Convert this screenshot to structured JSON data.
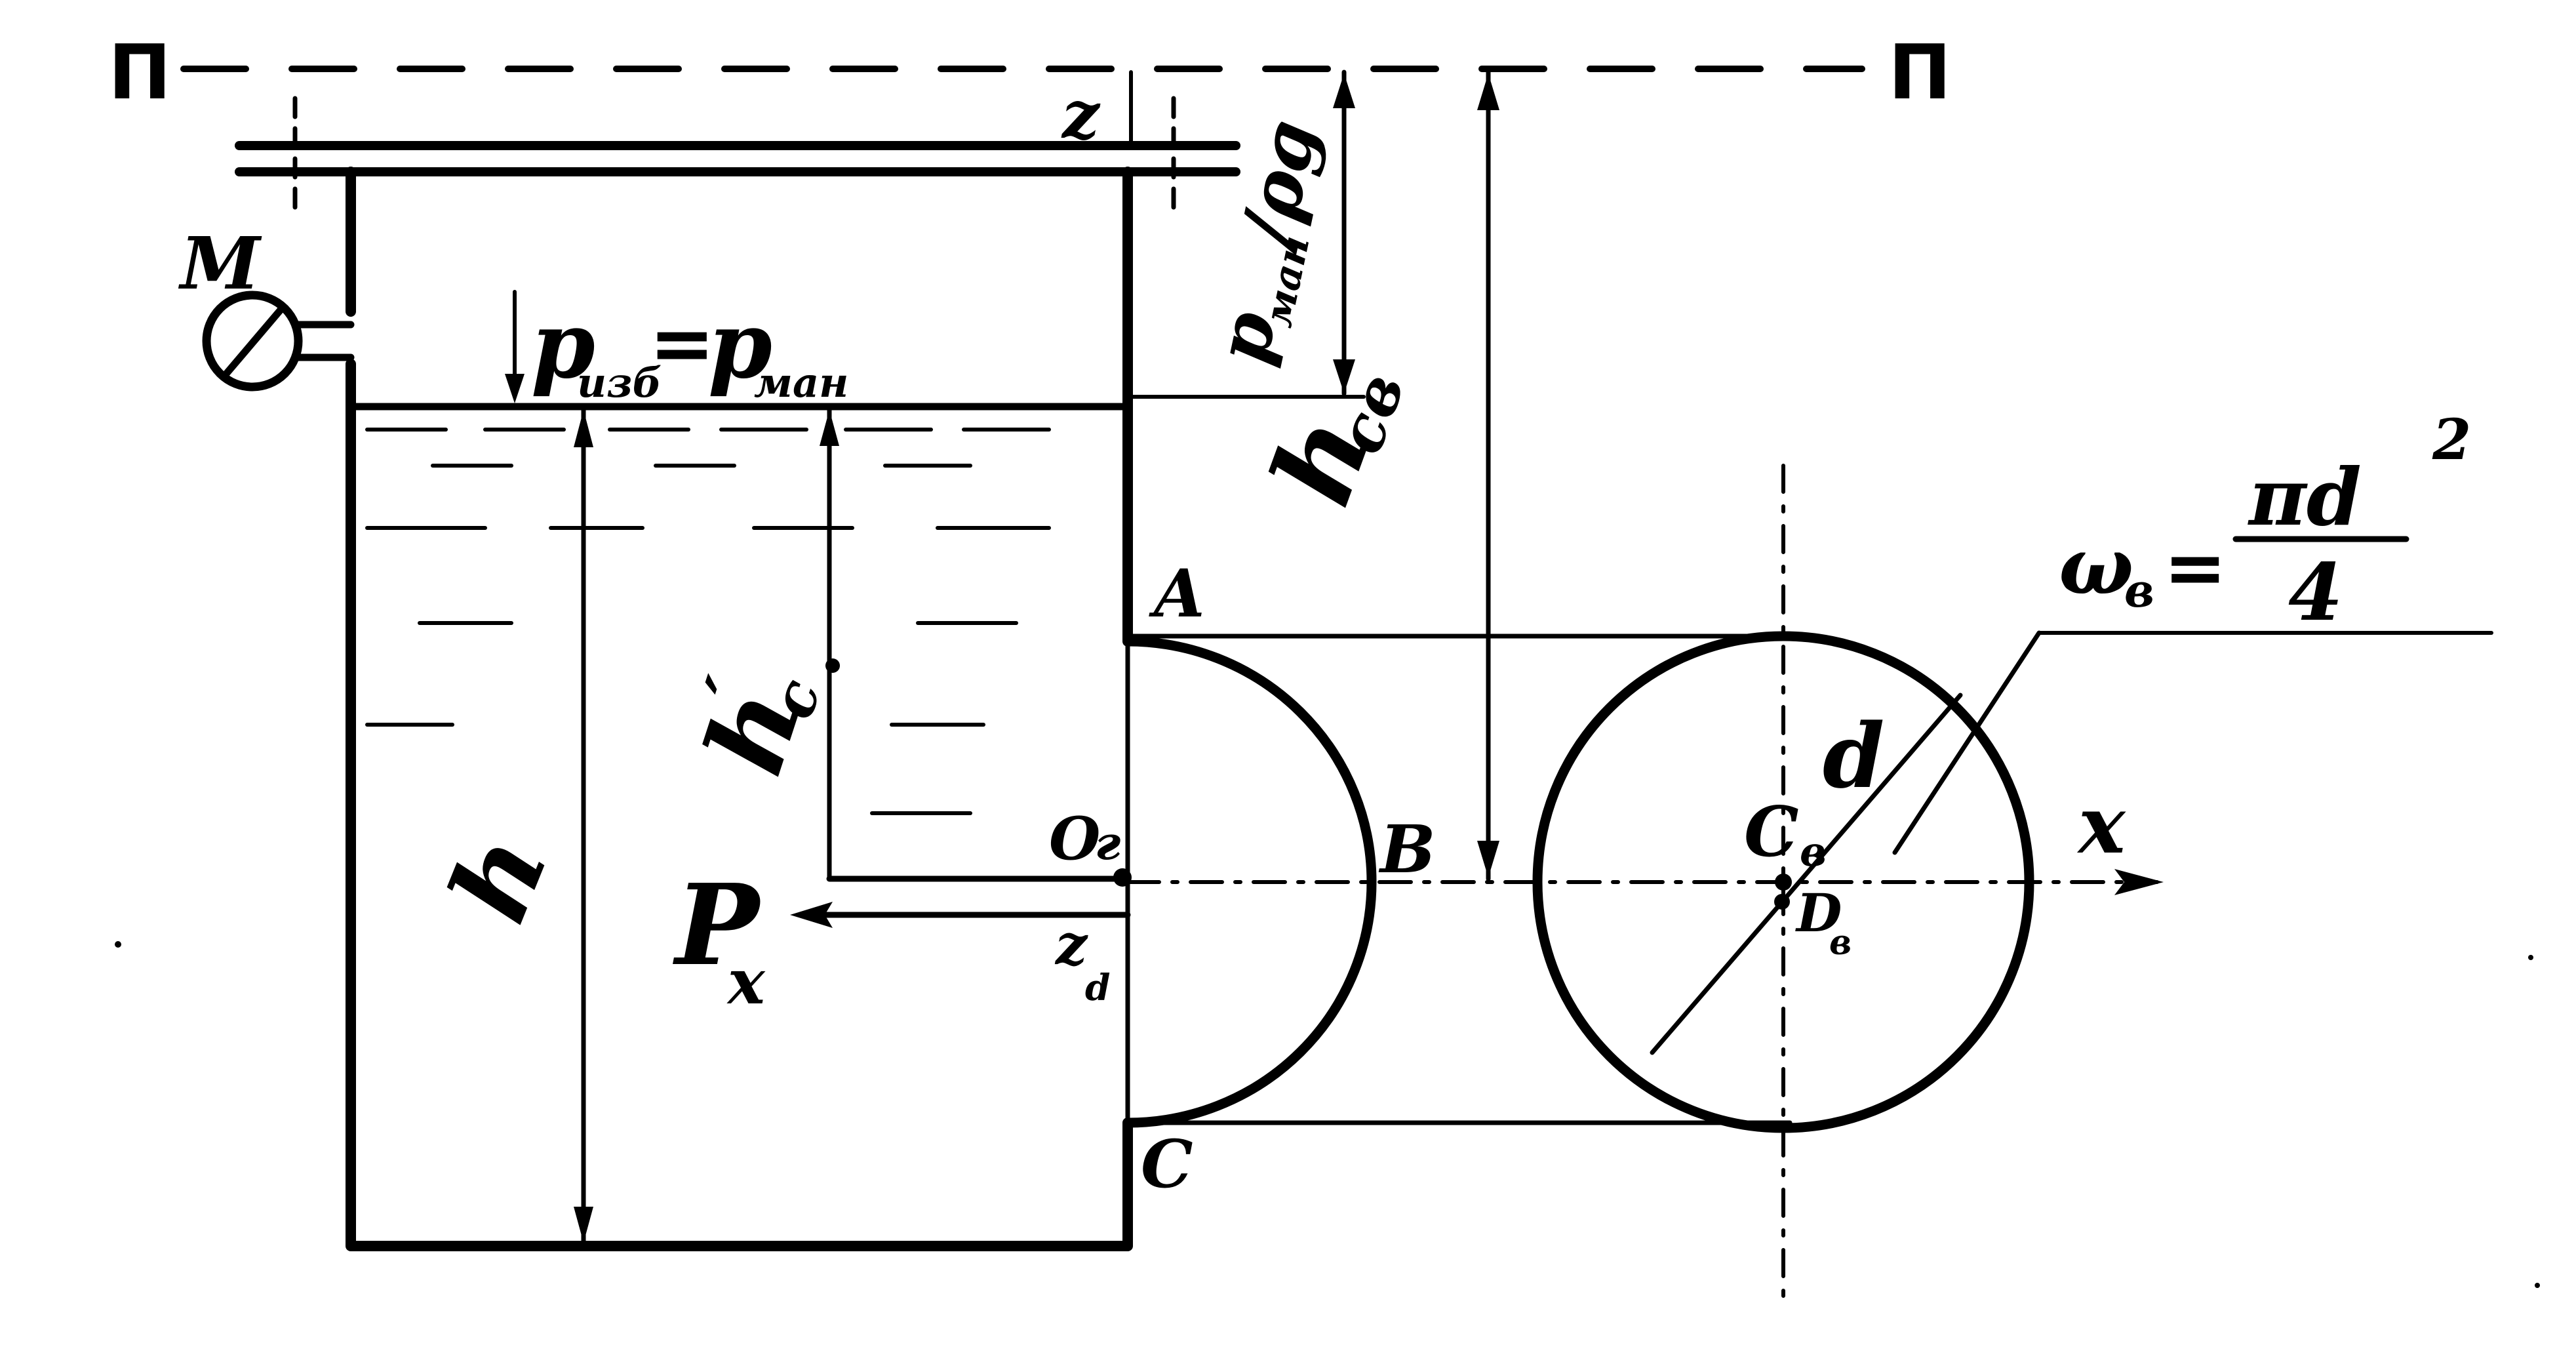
{
  "labels": {
    "plane_left": "П",
    "plane_right": "П",
    "z": "z",
    "p_over_rho_g": "p",
    "p_over_rho_g_sub": "ман",
    "p_over_rho_g_den": "/ρg",
    "manometer": "M",
    "p_surface": "p",
    "p_surface_sub": "изб",
    "equals": "=",
    "p_man": "p",
    "p_man_sub": "ман",
    "h_cv": "h",
    "h_cv_sub": "cв",
    "h_c_prime": "h",
    "h_c_prime_prime": "′",
    "h_c_prime_sub": "c",
    "h": "h",
    "point_a": "A",
    "point_b": "B",
    "point_c": "C",
    "d_label": "d",
    "c_v": "C",
    "c_v_sub": "в",
    "d_v": "D",
    "d_v_sub": "в",
    "x_axis": "x",
    "p_x": "P",
    "p_x_sub": "x",
    "o_g": "O",
    "o_g_sub": "г",
    "z_d": "z",
    "z_d_sub": "d",
    "omega": "ω",
    "omega_sub": "в",
    "omega_eq": "=",
    "omega_num": "πd",
    "omega_pow": "2",
    "omega_den": "4"
  }
}
